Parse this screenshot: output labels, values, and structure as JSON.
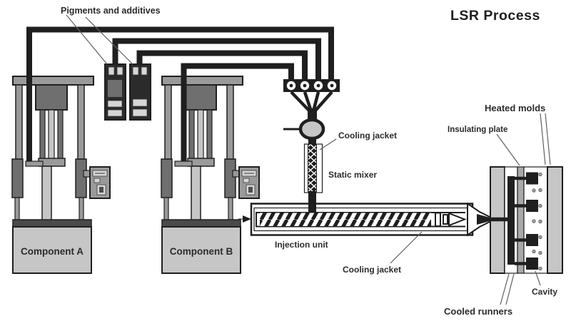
{
  "title": "LSR Process",
  "labels": {
    "pigments": "Pigments and additives",
    "cooling_jacket_top": "Cooling jacket",
    "static_mixer": "Static mixer",
    "injection_unit": "Injection unit",
    "cooling_jacket_bottom": "Cooling jacket",
    "heated_molds": "Heated molds",
    "insulating_plate": "Insulating plate",
    "cavity": "Cavity",
    "cooled_runners": "Cooled runners"
  },
  "pumps": {
    "a": {
      "label": "Component A"
    },
    "b": {
      "label": "Component B"
    }
  },
  "colors": {
    "ink": "#1f1f1f",
    "steel1": "#c6c6c6",
    "steel2": "#9a9a9a",
    "steel3": "#6f6f6f",
    "band": "#4a4a4a",
    "cart": "#2b2b2b",
    "slot": "#d6d6d6",
    "insulate": "#a9a9a9",
    "label": "#2b2b2b",
    "leader": "#5f5f5f"
  }
}
